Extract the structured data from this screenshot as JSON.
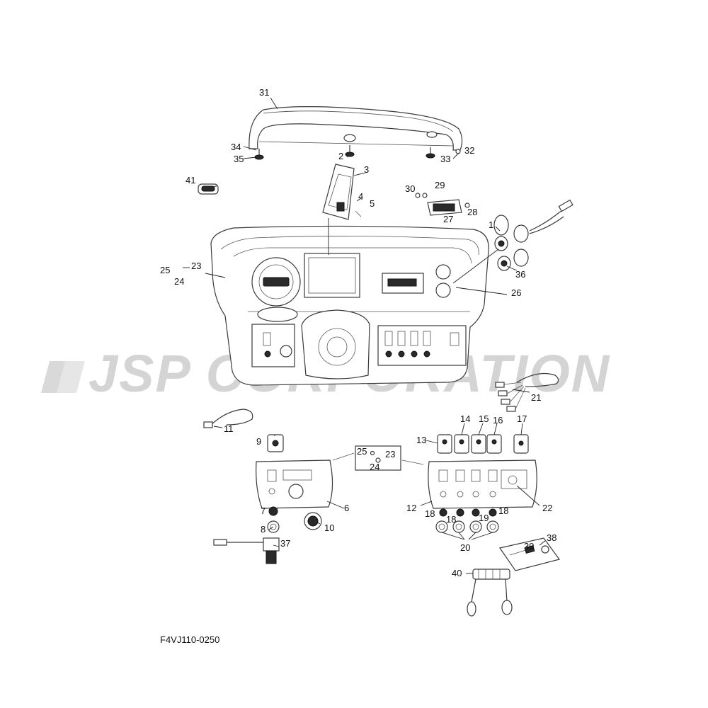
{
  "watermark": {
    "text": "JSP CORPORATION"
  },
  "diagram_code": "F4VJ110-0250",
  "callouts": {
    "c1": "1",
    "c2": "2",
    "c3": "3",
    "c4": "4",
    "c5": "5",
    "c6": "6",
    "c7": "7",
    "c8": "8",
    "c9": "9",
    "c10": "10",
    "c11": "11",
    "c12": "12",
    "c13": "13",
    "c14": "14",
    "c15": "15",
    "c16": "16",
    "c17": "17",
    "c18a": "18",
    "c18b": "18",
    "c18c": "18",
    "c19": "19",
    "c20": "20",
    "c21": "21",
    "c22": "22",
    "c23a": "23",
    "c23b": "23",
    "c24a": "24",
    "c24b": "24",
    "c25a": "25",
    "c25b": "25",
    "c26": "26",
    "c27": "27",
    "c28": "28",
    "c29": "29",
    "c30": "30",
    "c31": "31",
    "c32": "32",
    "c33": "33",
    "c34": "34",
    "c35": "35",
    "c36": "36",
    "c37": "37",
    "c38": "38",
    "c39": "39",
    "c40": "40",
    "c41": "41"
  }
}
